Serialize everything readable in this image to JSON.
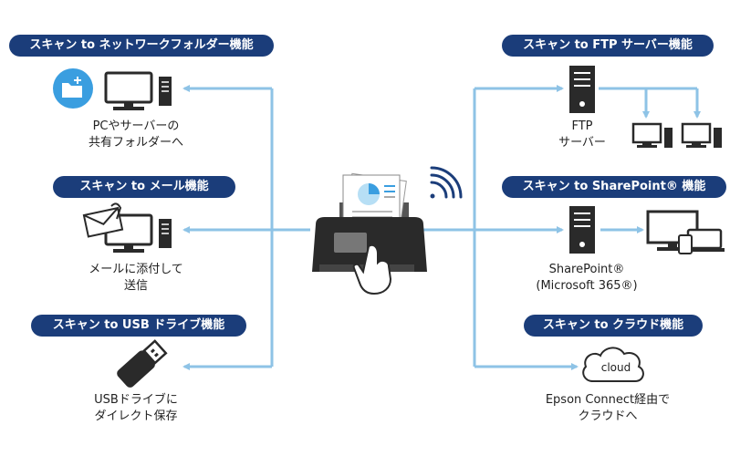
{
  "colors": {
    "pill_bg": "#1b3d7a",
    "arrow": "#8ec3e6",
    "device": "#2a2a2a",
    "folder_badge": "#3a9ee0"
  },
  "left": [
    {
      "title": "スキャン to ネットワークフォルダー機能",
      "icon": "folder-and-pc-icon",
      "caption": [
        "PCやサーバーの",
        "共有フォルダーへ"
      ]
    },
    {
      "title": "スキャン to メール機能",
      "icon": "mail-and-pc-icon",
      "caption": [
        "メールに添付して",
        "送信"
      ]
    },
    {
      "title": "スキャン to USB ドライブ機能",
      "icon": "usb-drive-icon",
      "caption": [
        "USBドライブに",
        "ダイレクト保存"
      ]
    }
  ],
  "right": [
    {
      "title": "スキャン to FTP サーバー機能",
      "icon": "ftp-server-icon",
      "caption": [
        "FTP",
        "サーバー"
      ]
    },
    {
      "title": "スキャン to SharePoint® 機能",
      "icon": "sharepoint-server-icon",
      "caption": [
        "SharePoint®",
        "(Microsoft 365®)"
      ]
    },
    {
      "title": "スキャン to クラウド機能",
      "icon": "cloud-icon",
      "caption": [
        "Epson Connect経由で",
        "クラウドへ"
      ],
      "cloud_label": "cloud"
    }
  ],
  "center": {
    "icon": "document-scanner-icon",
    "wireless": "wifi-icon"
  }
}
